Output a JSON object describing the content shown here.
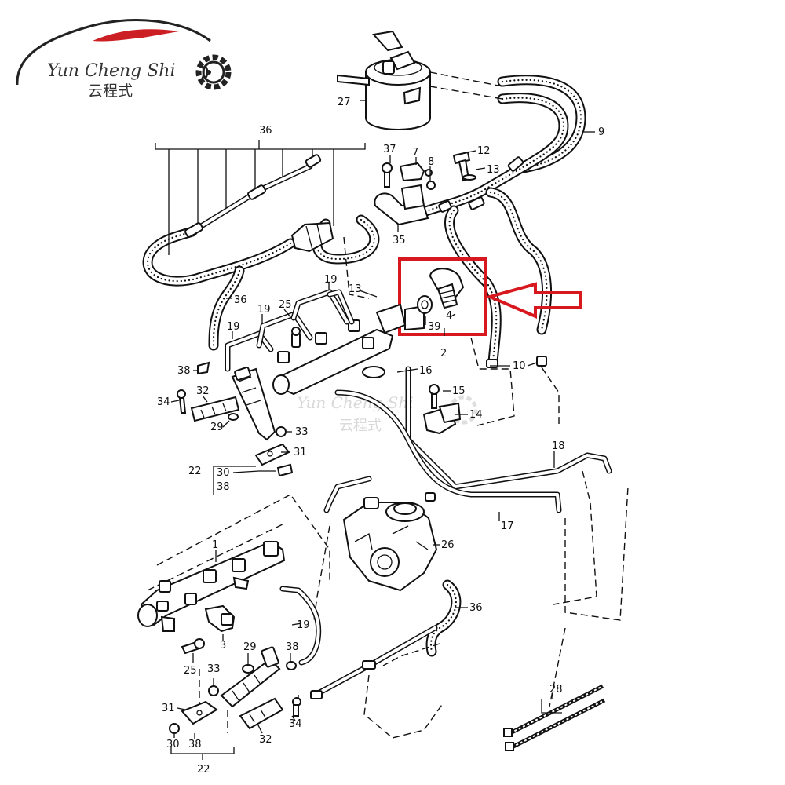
{
  "logo": {
    "name_en": "Yun Cheng Shi",
    "name_cn": "云程式",
    "accent_color": "#cc1f24"
  },
  "watermark": {
    "name_en": "Yun Cheng Shi",
    "name_cn": "云程式"
  },
  "highlight": {
    "box_color": "#d7191f",
    "arrow_color": "#d7191f"
  },
  "callouts": {
    "c1": "1",
    "c2": "2",
    "c3": "3",
    "c4": "4",
    "c7": "7",
    "c8": "8",
    "c9": "9",
    "c10": "10",
    "c12": "12",
    "c13a": "13",
    "c13b": "13",
    "c14": "14",
    "c15": "15",
    "c16": "16",
    "c17": "17",
    "c18": "18",
    "c19a": "19",
    "c19b": "19",
    "c19c": "19",
    "c19d": "19",
    "c22a": "22",
    "c22b": "22",
    "c25a": "25",
    "c25b": "25",
    "c26": "26",
    "c27": "27",
    "c28": "28",
    "c29a": "29",
    "c29b": "29",
    "c30a": "30",
    "c30b": "30",
    "c31a": "31",
    "c31b": "31",
    "c32a": "32",
    "c32b": "32",
    "c33a": "33",
    "c33b": "33",
    "c34a": "34",
    "c34b": "34",
    "c35": "35",
    "c36a": "36",
    "c36b": "36",
    "c36c": "36",
    "c37": "37",
    "c38a": "38",
    "c38b": "38",
    "c38c": "38",
    "c38d": "38",
    "c39": "39"
  }
}
